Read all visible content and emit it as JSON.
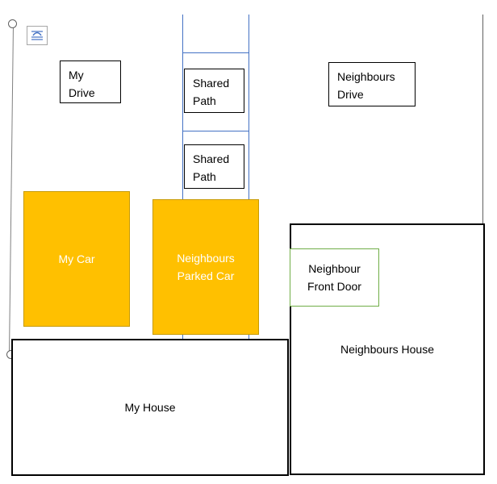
{
  "labels": {
    "my_drive": [
      "My",
      "Drive"
    ],
    "shared_path_1": [
      "Shared",
      "Path"
    ],
    "shared_path_2": [
      "Shared",
      "Path"
    ],
    "neighbours_drive": [
      "Neighbours",
      "Drive"
    ],
    "my_car": "My Car",
    "neighbours_parked_car": [
      "Neighbours",
      "Parked Car"
    ],
    "neighbour_front_door": [
      "Neighbour",
      "Front Door"
    ],
    "neighbours_house": "Neighbours House",
    "my_house": "My House"
  },
  "icons": {
    "layout_options": "layout-options-icon",
    "resize_handle": "resize-handle-icon"
  },
  "colors": {
    "car_fill": "#ffc000",
    "path_lines": "#4472c4",
    "front_door_border": "#70ad47",
    "outline": "#000000",
    "selection_line": "#808080"
  }
}
